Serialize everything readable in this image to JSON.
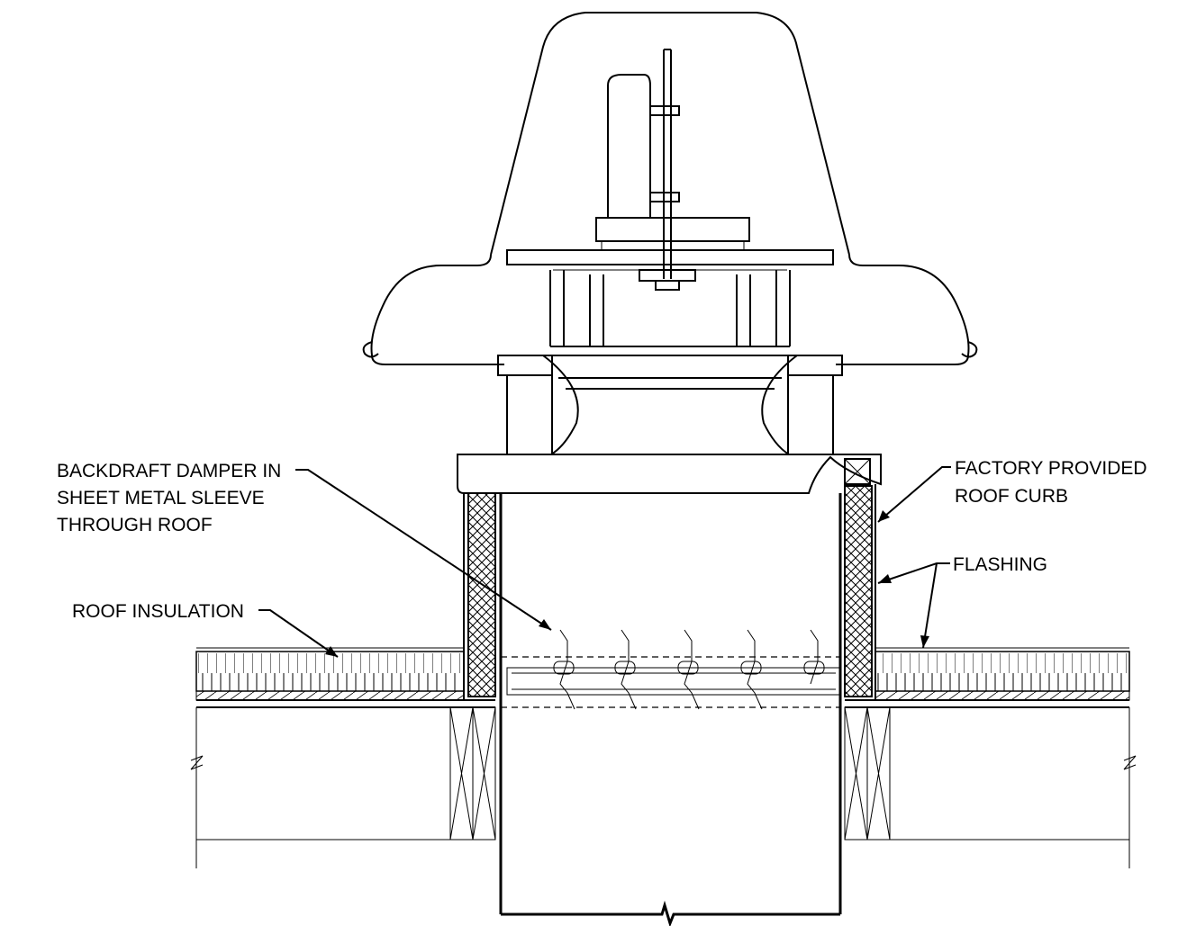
{
  "labels": {
    "damper_line1": "BACKDRAFT DAMPER IN",
    "damper_line2": "SHEET METAL SLEEVE",
    "damper_line3": "THROUGH ROOF",
    "curb_line1": "FACTORY PROVIDED",
    "curb_line2": "ROOF CURB",
    "flashing": "FLASHING",
    "insulation": "ROOF INSULATION"
  },
  "colors": {
    "line": "#000000",
    "background": "#ffffff"
  }
}
